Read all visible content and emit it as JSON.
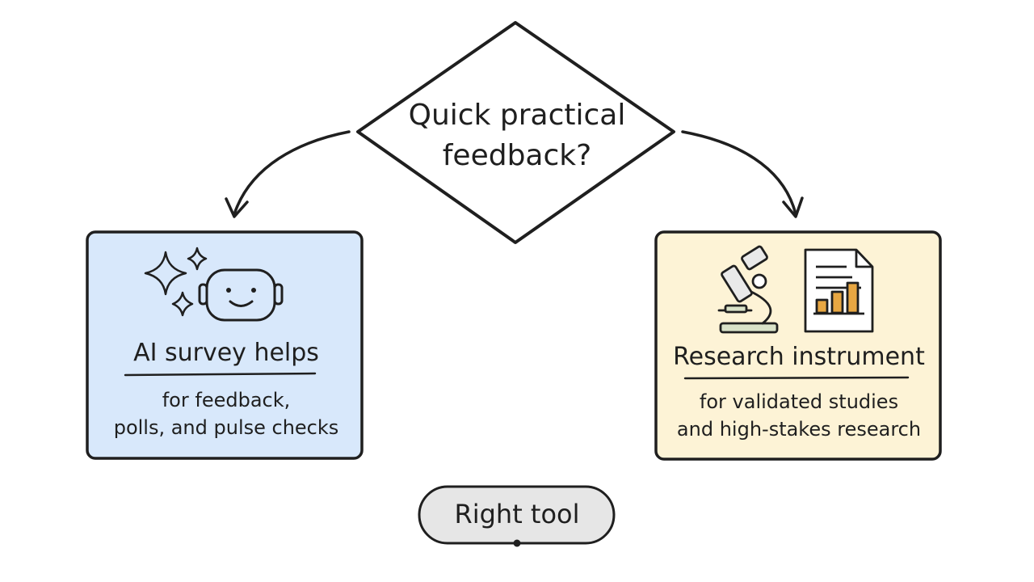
{
  "decision": {
    "line1": "Quick practical",
    "line2": "feedback?"
  },
  "left_card": {
    "title": "AI survey helps",
    "desc_line1": "for feedback,",
    "desc_line2": "polls, and pulse checks",
    "fill": "#d8e8fb"
  },
  "right_card": {
    "title": "Research instrument",
    "desc_line1": "for validated studies",
    "desc_line2": "and high-stakes research",
    "fill": "#fdf3d6"
  },
  "outcome": {
    "label": "Right tool",
    "fill": "#e6e6e6"
  },
  "icons": {
    "left": [
      "sparkle-icon",
      "robot-face-icon"
    ],
    "right": [
      "microscope-icon",
      "bar-chart-document-icon"
    ],
    "accent": "#e8a742"
  }
}
